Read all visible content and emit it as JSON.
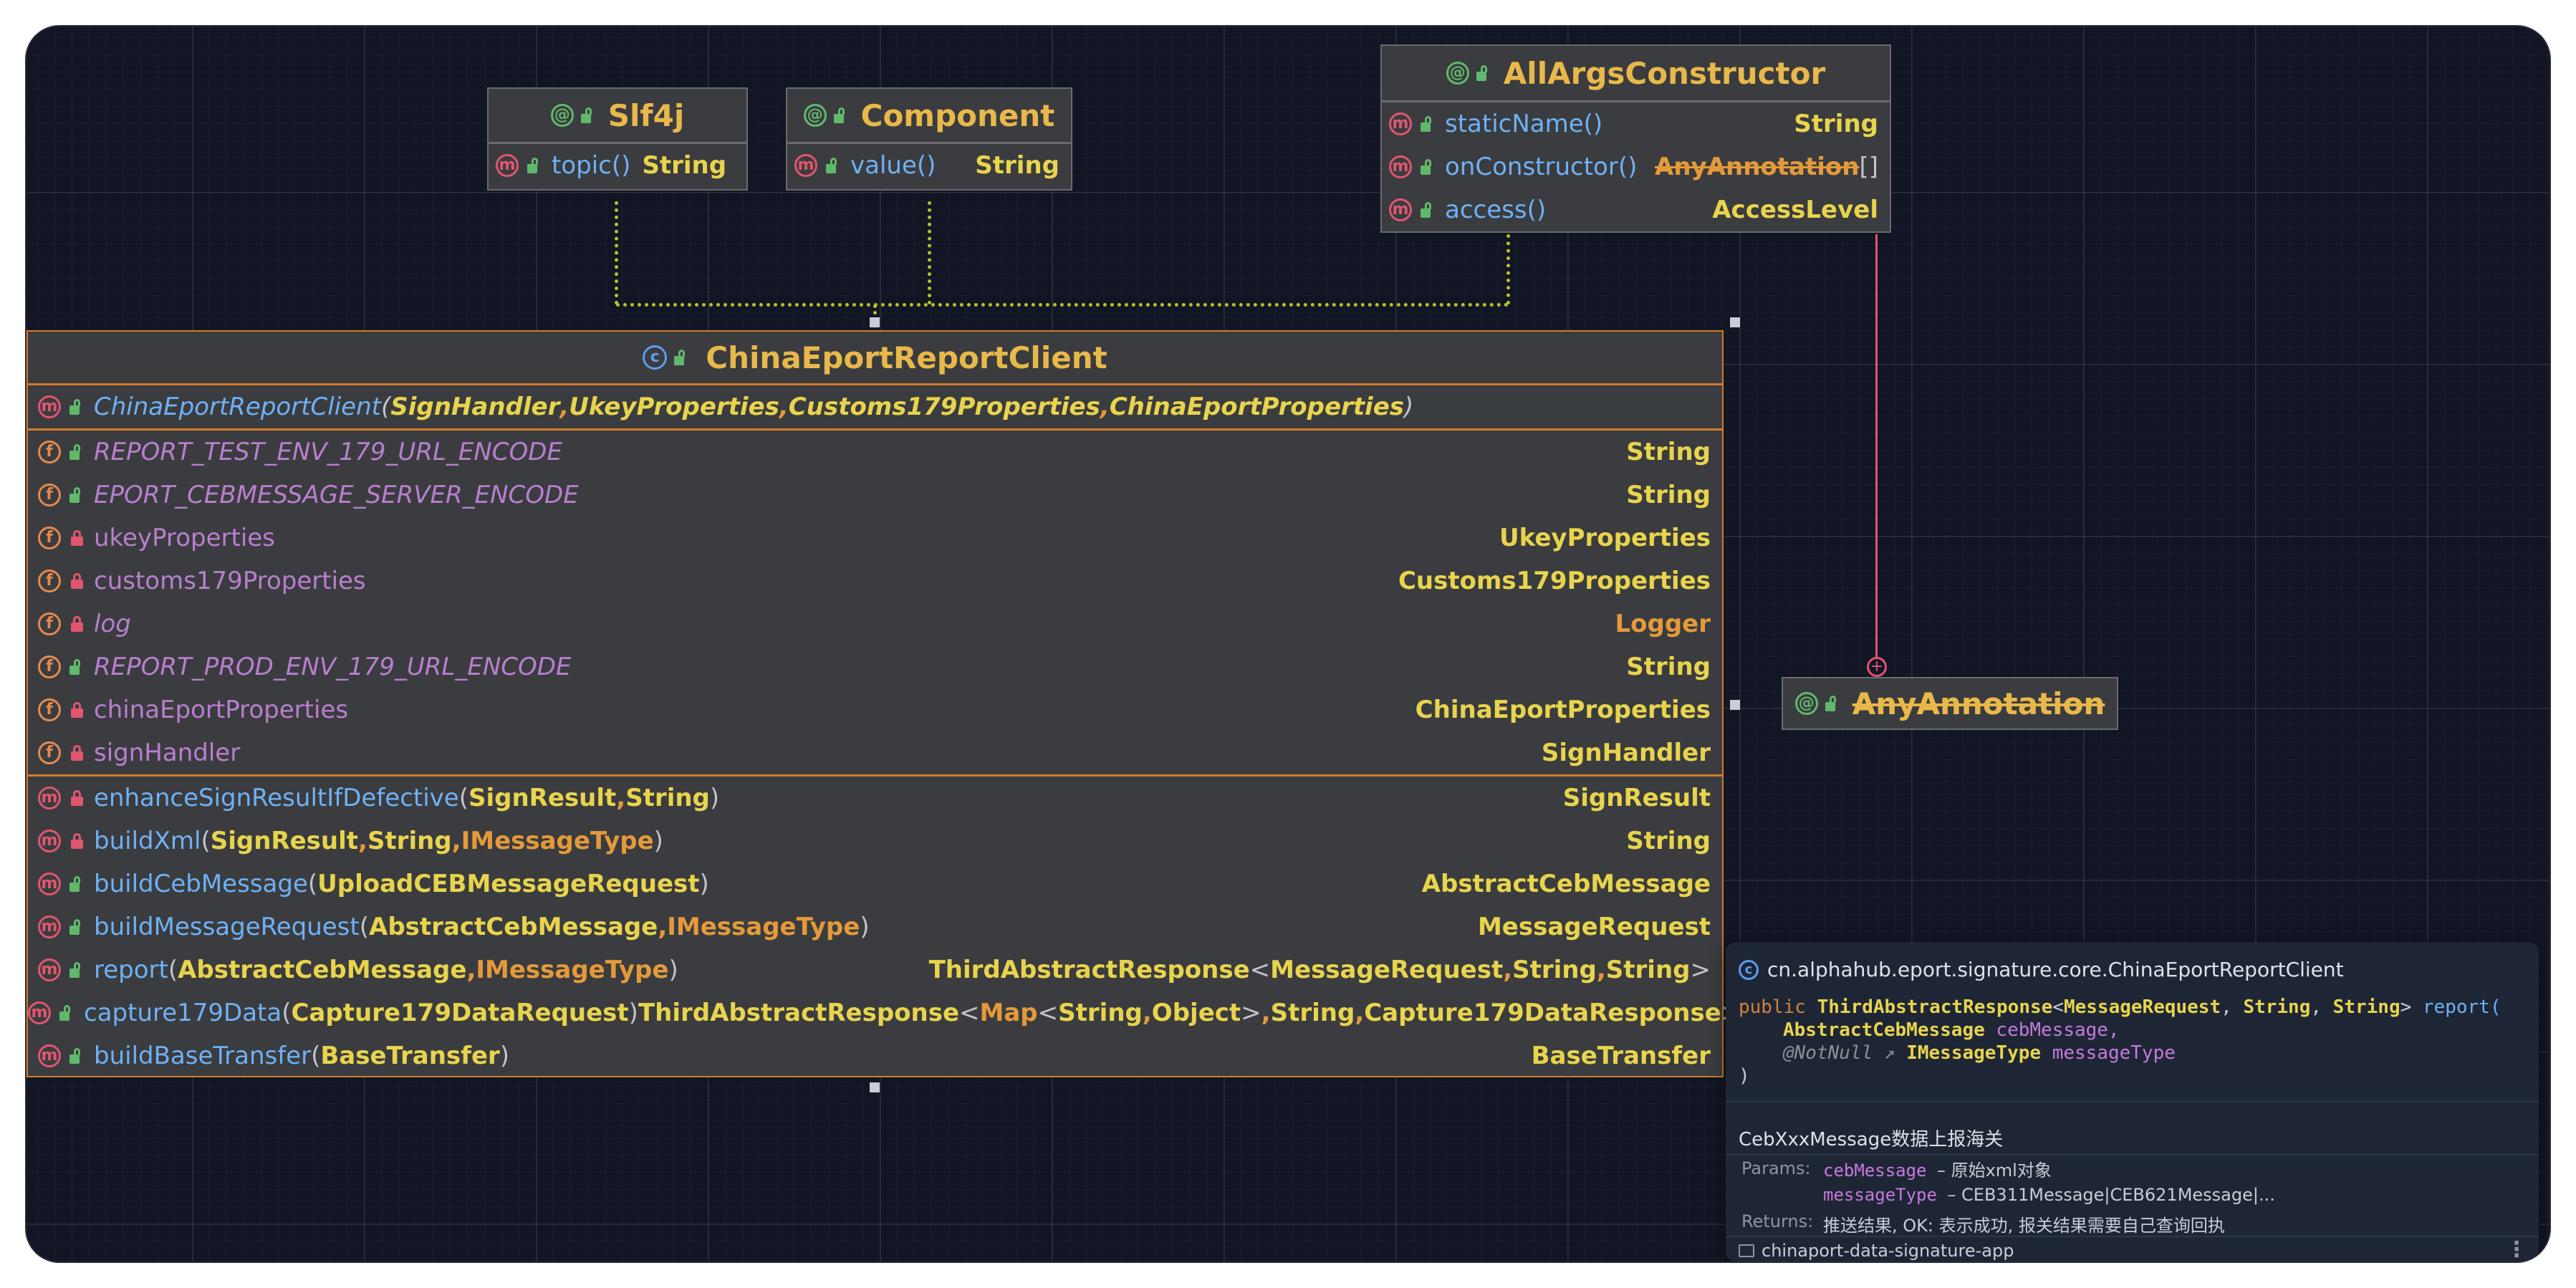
{
  "colors": {
    "canvas_bg": "#121523",
    "box_bg": "#3b3c3f",
    "title": "#e8b84a",
    "method": "#6fb1f5",
    "field": "#b97fcf",
    "type": "#e8d44d",
    "relation": "#e0566f"
  },
  "annotations": [
    {
      "name": "Slf4j",
      "members": [
        {
          "name": "topic()",
          "type": "String"
        }
      ]
    },
    {
      "name": "Component",
      "members": [
        {
          "name": "value()",
          "type": "String"
        }
      ]
    },
    {
      "name": "AllArgsConstructor",
      "members": [
        {
          "name": "staticName()",
          "type": "String"
        },
        {
          "name": "onConstructor()",
          "type": "AnyAnnotation",
          "type_suffix": "[]"
        },
        {
          "name": "access()",
          "type": "AccessLevel"
        }
      ]
    }
  ],
  "any_annotation": {
    "name": "AnyAnnotation"
  },
  "main_class": {
    "name": "ChinaEportReportClient",
    "constructor": {
      "name": "ChinaEportReportClient",
      "p1": "SignHandler",
      "p2": "UkeyProperties",
      "p3": "Customs179Properties",
      "p4": "ChinaEportProperties"
    },
    "fields": [
      {
        "name": "REPORT_TEST_ENV_179_URL_ENCODE",
        "type": "String"
      },
      {
        "name": "EPORT_CEBMESSAGE_SERVER_ENCODE",
        "type": "String"
      },
      {
        "name": "ukeyProperties",
        "type": "UkeyProperties"
      },
      {
        "name": "customs179Properties",
        "type": "Customs179Properties"
      },
      {
        "name": "log",
        "type": "Logger"
      },
      {
        "name": "REPORT_PROD_ENV_179_URL_ENCODE",
        "type": "String"
      },
      {
        "name": "chinaEportProperties",
        "type": "ChinaEportProperties"
      },
      {
        "name": "signHandler",
        "type": "SignHandler"
      }
    ],
    "methods": [
      {
        "name": "enhanceSignResultIfDefective",
        "p1": "SignResult",
        "p2": "String",
        "ret": "SignResult"
      },
      {
        "name": "buildXml",
        "p1": "SignResult",
        "p2": "String",
        "p3": "IMessageType",
        "ret": "String"
      },
      {
        "name": "buildCebMessage",
        "p1": "UploadCEBMessageRequest",
        "ret": "AbstractCebMessage"
      },
      {
        "name": "buildMessageRequest",
        "p1": "AbstractCebMessage",
        "p2": "IMessageType",
        "ret": "MessageRequest"
      },
      {
        "name": "report",
        "p1": "AbstractCebMessage",
        "p2": "IMessageType",
        "ret": "ThirdAbstractResponse",
        "r1": "MessageRequest",
        "r2": "String",
        "r3": "String"
      },
      {
        "name": "capture179Data",
        "p1": "Capture179DataRequest",
        "ret": "ThirdAbstractResponse",
        "r1": "Map",
        "r1a": "String",
        "r1b": "Object",
        "r2": "String",
        "r3": "Capture179DataResponse"
      },
      {
        "name": "buildBaseTransfer",
        "p1": "BaseTransfer",
        "ret": "BaseTransfer"
      }
    ]
  },
  "doc_popup": {
    "qualified_name": "cn.alphahub.eport.signature.core.ChinaEportReportClient",
    "kw_public": "public",
    "ret_type": "ThirdAbstractResponse",
    "ret_g1": "MessageRequest",
    "ret_g2": "String",
    "ret_g3": "String",
    "method": "report(",
    "p1_type": "AbstractCebMessage",
    "p1_name": "cebMessage,",
    "anno": "@NotNull",
    "p2_type": "IMessageType",
    "p2_name": "messageType",
    "close_paren": ")",
    "description": "CebXxxMessage数据上报海关",
    "params_label": "Params:",
    "param1_name": "cebMessage",
    "param1_desc": "– 原始xml对象",
    "param2_name": "messageType",
    "param2_desc": "– CEB311Message|CEB621Message|...",
    "returns_label": "Returns:",
    "returns_desc": "推送结果, OK: 表示成功, 报关结果需要自己查询回执",
    "module": "chinaport-data-signature-app"
  }
}
